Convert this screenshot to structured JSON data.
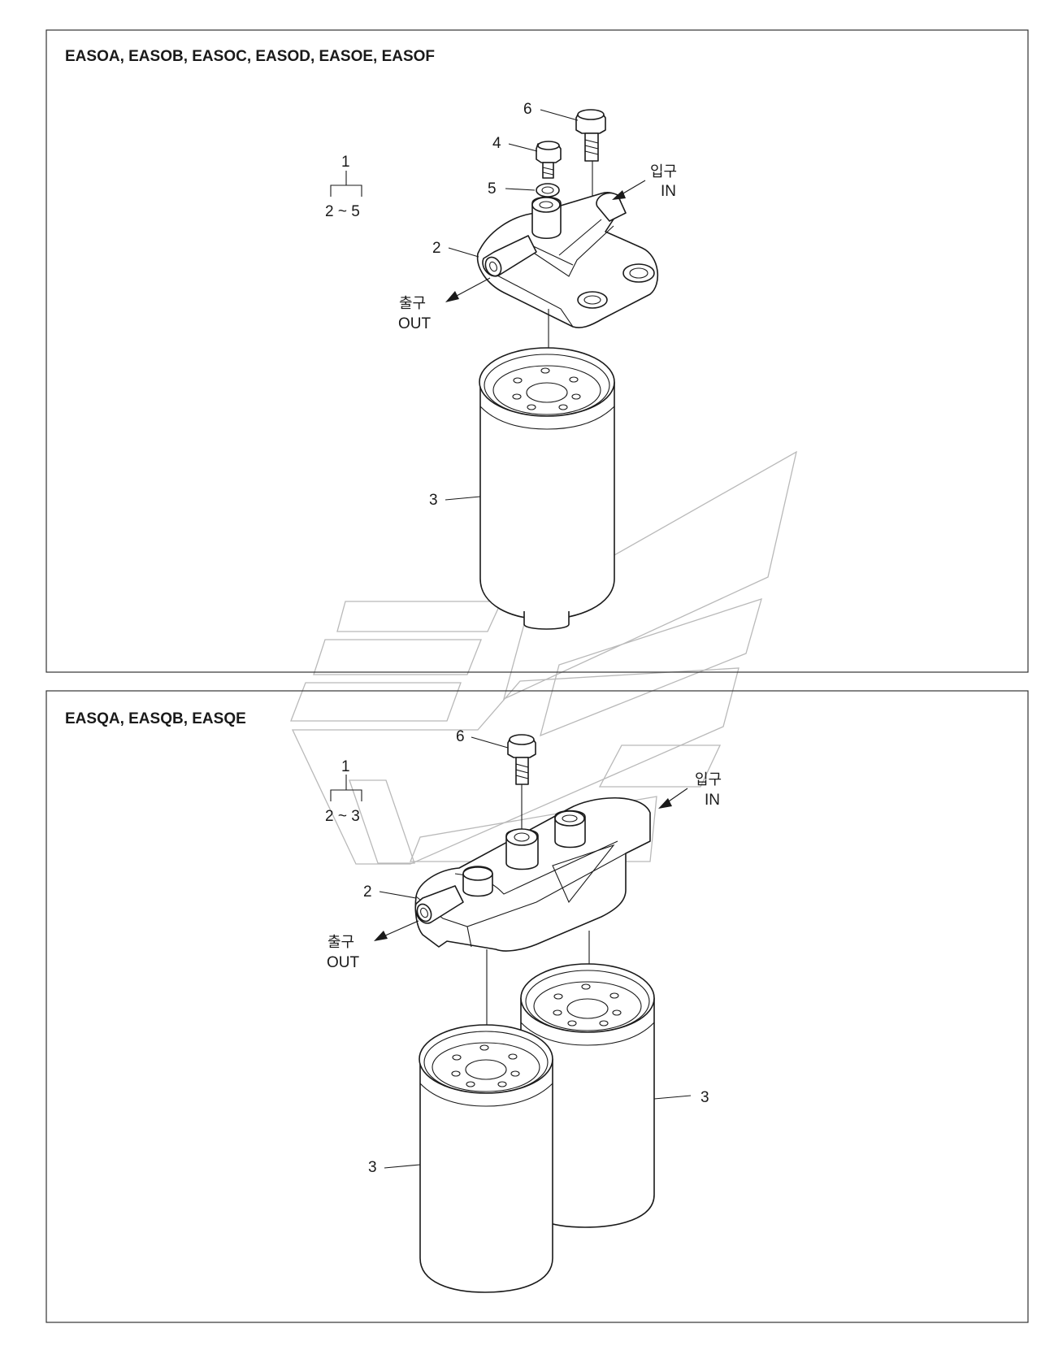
{
  "panels": [
    {
      "title": "EASOA, EASOB, EASOC, EASOD, EASOE, EASOF",
      "group": {
        "parent": "1",
        "range": "2 ~ 5"
      },
      "callouts": [
        "6",
        "4",
        "5",
        "2",
        "3"
      ],
      "inlet": {
        "kor": "입구",
        "eng": "IN"
      },
      "outlet": {
        "kor": "출구",
        "eng": "OUT"
      }
    },
    {
      "title": "EASQA, EASQB, EASQE",
      "group": {
        "parent": "1",
        "range": "2 ~ 3"
      },
      "callouts": [
        "6",
        "2",
        "3",
        "3"
      ],
      "inlet": {
        "kor": "입구",
        "eng": "IN"
      },
      "outlet": {
        "kor": "출구",
        "eng": "OUT"
      }
    }
  ]
}
